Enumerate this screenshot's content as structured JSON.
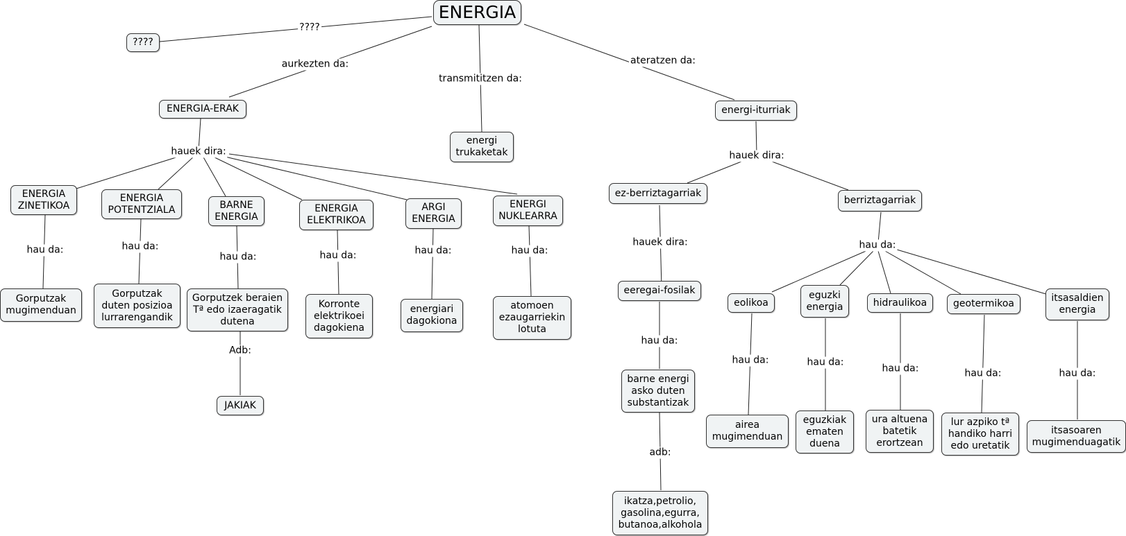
{
  "nodes": {
    "energia": "ENERGIA",
    "q": "????",
    "energia_erak": "ENERGIA-ERAK",
    "energi_trukaketak": "energi\ntrukaketak",
    "energi_iturriak": "energi-iturriak",
    "zinetikoa": "ENERGIA\nZINETIKOA",
    "potentziala": "ENERGIA\nPOTENTZIALA",
    "barne": "BARNE\nENERGIA",
    "elektrikoa": "ENERGIA\nELEKTRIKOA",
    "argi": "ARGI\nENERGIA",
    "nuklearra": "ENERGI\nNUKLEARRA",
    "zinetikoa_def": "Gorputzak\nmugimenduan",
    "potentziala_def": "Gorputzak\nduten posizioa\nlurrarengandik",
    "barne_def": "Gorputzek beraien\nTª edo izaeragatik\ndutena",
    "jakiak": "JAKIAK",
    "elektrikoa_def": "Korronte\nelektrikoei\ndagokiena",
    "argi_def": "energiari\ndagokiona",
    "nuklearra_def": "atomoen\nezaugarriekin\nlotuta",
    "ez_berriztagarriak": "ez-berriztagarriak",
    "berriztagarriak": "berriztagarriak",
    "eeregai_fosilak": "eeregai-fosilak",
    "barne_energi": "barne energi\nasko duten\nsubstantizak",
    "ikatza": "ikatza,petrolio,\ngasolina,egurra,\nbutanoa,alkohola",
    "eolikoa": "eolikoa",
    "eguzki": "eguzki\nenergia",
    "hidraulikoa": "hidraulikoa",
    "geotermikoa": "geotermikoa",
    "itsasaldien": "itsasaldien\nenergia",
    "eolikoa_def": "airea\nmugimenduan",
    "eguzki_def": "eguzkiak\nematen\nduena",
    "hidraulikoa_def": "ura altuena\nbatetik\nerortzean",
    "geotermikoa_def": "lur azpiko tª\nhandiko harri\nedo uretatik",
    "itsasaldien_def": "itsasoaren\nmugimenduagatik"
  },
  "links": {
    "q": "????",
    "aurkezten": "aurkezten da:",
    "transmititzen": "transmititzen da:",
    "ateratzen": "ateratzen da:",
    "hauek_dira_1": "hauek dira:",
    "hau_da_zin": "hau da:",
    "hau_da_pot": "hau da:",
    "hau_da_bar": "hau da:",
    "adb_1": "Adb:",
    "hau_da_ele": "hau da:",
    "hau_da_arg": "hau da:",
    "hau_da_nuk": "hau da:",
    "hauek_dira_2": "hauek dira:",
    "hauek_dira_3": "hauek dira:",
    "hau_da_foss": "hau da:",
    "adb_2": "adb:",
    "hau_da_ber": "hau da:",
    "hau_da_eol": "hau da:",
    "hau_da_egu": "hau da:",
    "hau_da_hid": "hau da:",
    "hau_da_geo": "hau da:",
    "hau_da_its": "hau da:"
  }
}
